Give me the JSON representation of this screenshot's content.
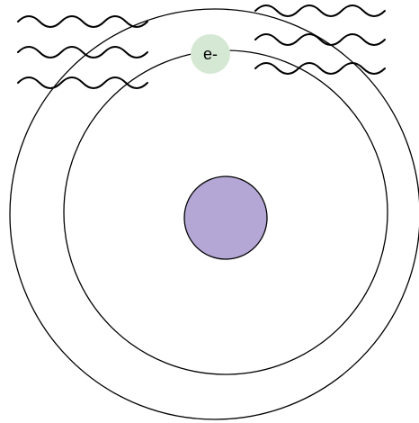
{
  "electron": {
    "label": "e-",
    "color": "#d5e8d4"
  },
  "nucleus": {
    "color": "#b4a7d6"
  },
  "orbit_count": 2,
  "wave_groups": [
    {
      "name": "left-wave-group",
      "wave_count": 3
    },
    {
      "name": "right-wave-group",
      "wave_count": 3
    }
  ]
}
